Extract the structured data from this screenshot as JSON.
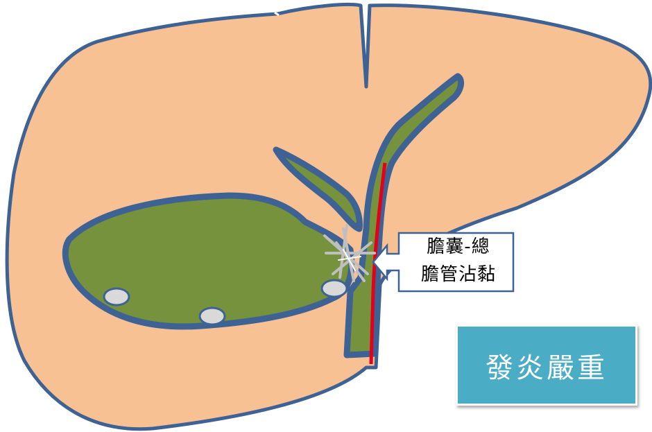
{
  "callout": {
    "line1": "膽囊-總",
    "line2": "膽管沾黏"
  },
  "severity": {
    "label": "發炎嚴重"
  },
  "colors": {
    "liver_fill": "#f8c194",
    "outline": "#3e6293",
    "gallbladder_fill": "#76923c",
    "stone_fill": "#d9d9d9",
    "artery": "#e3001b",
    "adhesion": "#bfbfbf",
    "severity_box": "#4bacc6"
  }
}
